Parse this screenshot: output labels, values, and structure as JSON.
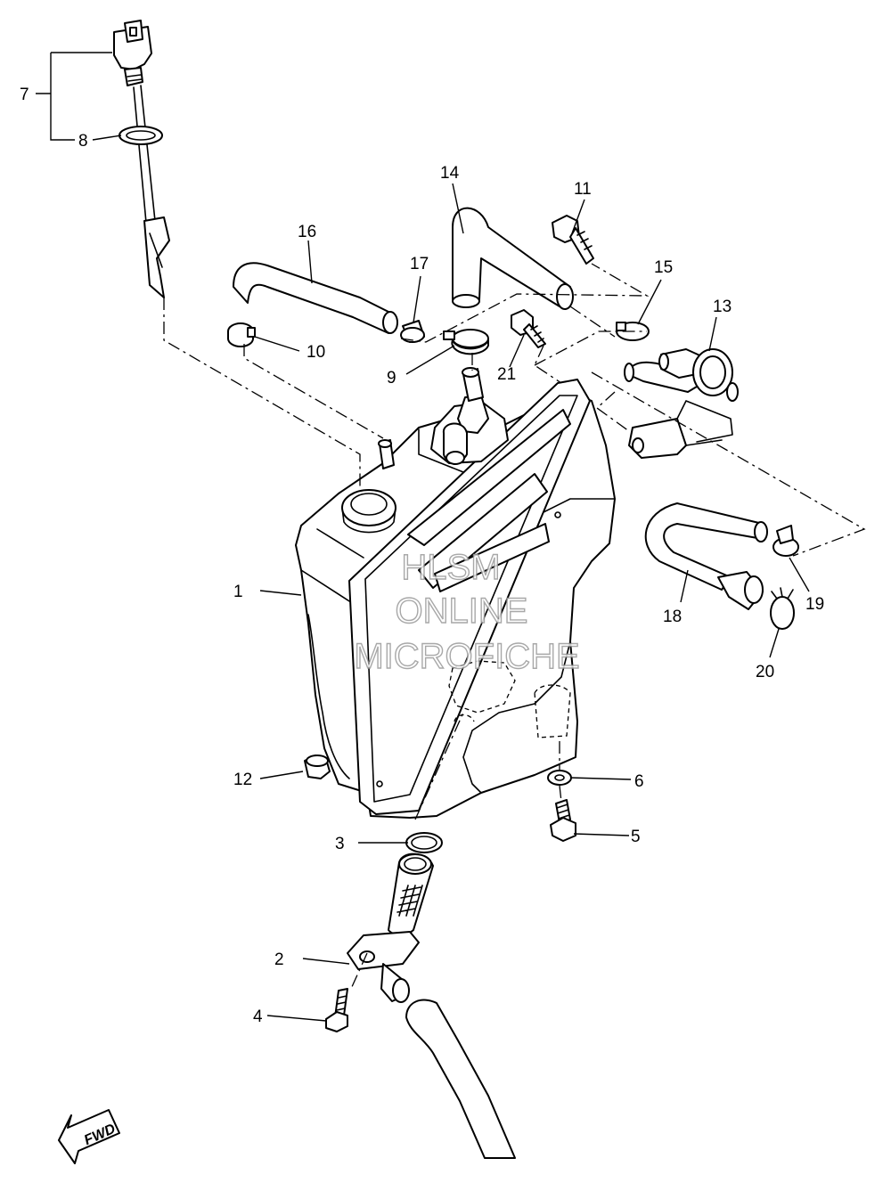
{
  "diagram": {
    "callouts": [
      {
        "id": "1",
        "label": "1"
      },
      {
        "id": "2",
        "label": "2"
      },
      {
        "id": "3",
        "label": "3"
      },
      {
        "id": "4",
        "label": "4"
      },
      {
        "id": "5",
        "label": "5"
      },
      {
        "id": "6",
        "label": "6"
      },
      {
        "id": "7",
        "label": "7"
      },
      {
        "id": "8",
        "label": "8"
      },
      {
        "id": "9",
        "label": "9"
      },
      {
        "id": "10",
        "label": "10"
      },
      {
        "id": "11",
        "label": "11"
      },
      {
        "id": "12",
        "label": "12"
      },
      {
        "id": "13",
        "label": "13"
      },
      {
        "id": "14",
        "label": "14"
      },
      {
        "id": "15",
        "label": "15"
      },
      {
        "id": "16",
        "label": "16"
      },
      {
        "id": "17",
        "label": "17"
      },
      {
        "id": "18",
        "label": "18"
      },
      {
        "id": "19",
        "label": "19"
      },
      {
        "id": "20",
        "label": "20"
      },
      {
        "id": "21",
        "label": "21"
      }
    ],
    "watermark": [
      "HLSM",
      "ONLINE",
      "MICROFICHE"
    ],
    "direction_marker": "FWD"
  },
  "colors": {
    "line": "#000000",
    "background": "#ffffff",
    "watermark_outline": "#9a9a9a"
  }
}
